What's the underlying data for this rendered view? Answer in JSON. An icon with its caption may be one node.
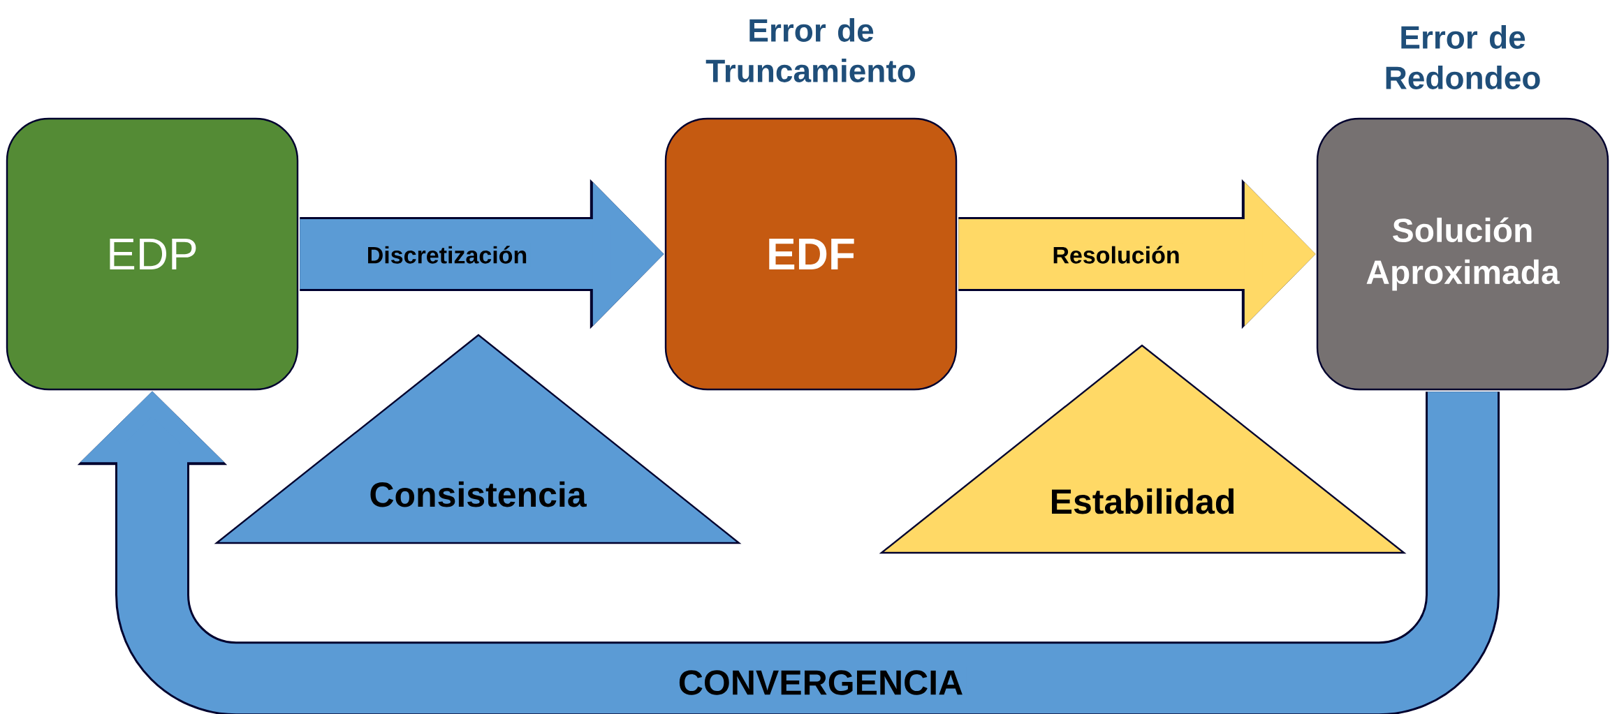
{
  "diagram": {
    "nodes": [
      {
        "text": [
          "EDP"
        ]
      },
      {
        "text": [
          "Error de Truncamiento",
          "EDF"
        ]
      },
      {
        "text": [
          "Error de Redondeo",
          "Solución Aproximada"
        ]
      },
      {
        "text": [
          "Consistencia"
        ]
      },
      {
        "text": [
          "Estabilidad"
        ]
      }
    ],
    "edges": [
      {
        "from": 0,
        "to": 1,
        "arrow": "to",
        "label": "Discretización"
      },
      {
        "from": 1,
        "to": 2,
        "arrow": "to",
        "label": "Resolución",
        "color": "#ffd966"
      },
      {
        "from": 2,
        "to": 0,
        "arrow": "to",
        "label": "CONVERGENCIA"
      }
    ]
  }
}
